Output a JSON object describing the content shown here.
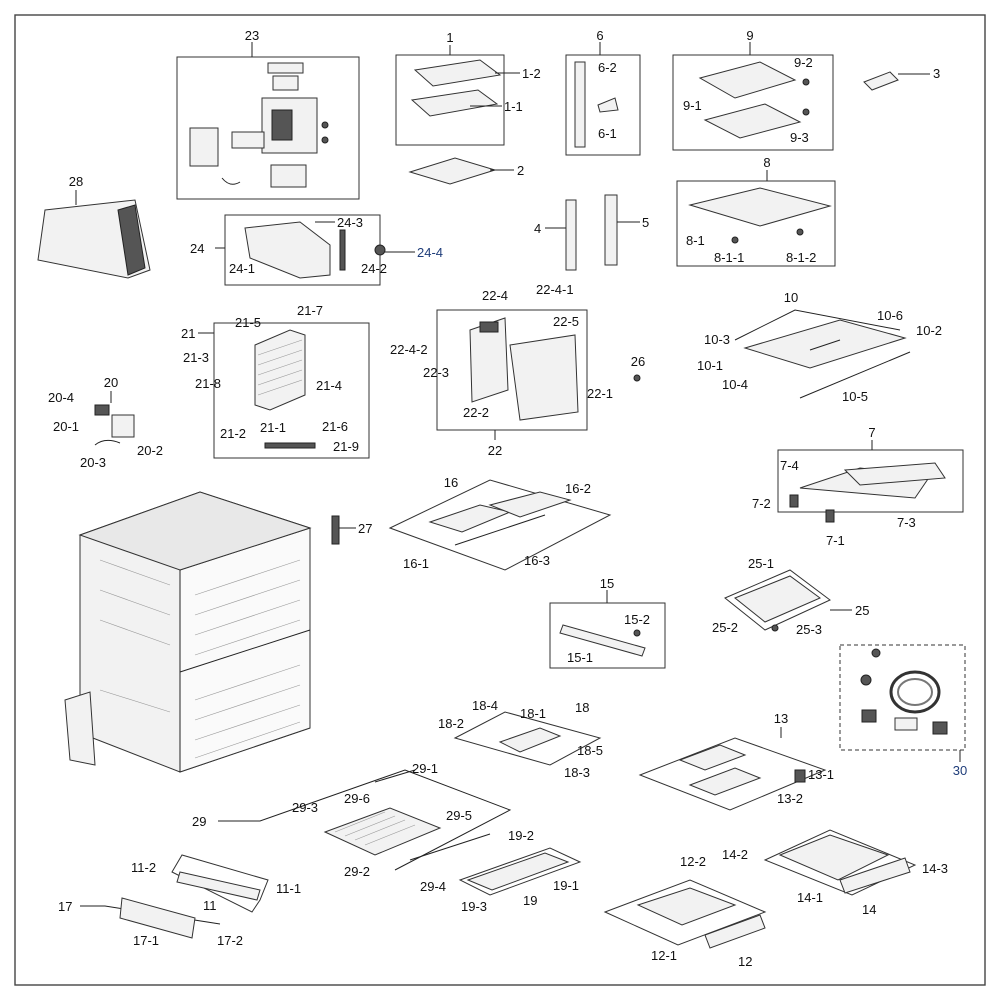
{
  "labels": {
    "l1": "1",
    "l1_1": "1-1",
    "l1_2": "1-2",
    "l2": "2",
    "l3": "3",
    "l4": "4",
    "l5": "5",
    "l6": "6",
    "l6_1": "6-1",
    "l6_2": "6-2",
    "l7": "7",
    "l7_1": "7-1",
    "l7_2": "7-2",
    "l7_3": "7-3",
    "l7_4": "7-4",
    "l8": "8",
    "l8_1": "8-1",
    "l8_1_1": "8-1-1",
    "l8_1_2": "8-1-2",
    "l9": "9",
    "l9_1": "9-1",
    "l9_2": "9-2",
    "l9_3": "9-3",
    "l10": "10",
    "l10_1": "10-1",
    "l10_2": "10-2",
    "l10_3": "10-3",
    "l10_4": "10-4",
    "l10_5": "10-5",
    "l10_6": "10-6",
    "l11": "11",
    "l11_1": "11-1",
    "l11_2": "11-2",
    "l12": "12",
    "l12_1": "12-1",
    "l12_2": "12-2",
    "l13": "13",
    "l13_1": "13-1",
    "l13_2": "13-2",
    "l14": "14",
    "l14_1": "14-1",
    "l14_2": "14-2",
    "l14_3": "14-3",
    "l15": "15",
    "l15_1": "15-1",
    "l15_2": "15-2",
    "l16": "16",
    "l16_1": "16-1",
    "l16_2": "16-2",
    "l16_3": "16-3",
    "l17": "17",
    "l17_1": "17-1",
    "l17_2": "17-2",
    "l18": "18",
    "l18_1": "18-1",
    "l18_2": "18-2",
    "l18_3": "18-3",
    "l18_4": "18-4",
    "l18_5": "18-5",
    "l19": "19",
    "l19_1": "19-1",
    "l19_2": "19-2",
    "l19_3": "19-3",
    "l20": "20",
    "l20_1": "20-1",
    "l20_2": "20-2",
    "l20_3": "20-3",
    "l20_4": "20-4",
    "l21": "21",
    "l21_1": "21-1",
    "l21_2": "21-2",
    "l21_3": "21-3",
    "l21_4": "21-4",
    "l21_5": "21-5",
    "l21_6": "21-6",
    "l21_7": "21-7",
    "l21_8": "21-8",
    "l21_9": "21-9",
    "l22": "22",
    "l22_1": "22-1",
    "l22_2": "22-2",
    "l22_3": "22-3",
    "l22_4": "22-4",
    "l22_4_1": "22-4-1",
    "l22_4_2": "22-4-2",
    "l22_5": "22-5",
    "l23": "23",
    "l24": "24",
    "l24_1": "24-1",
    "l24_2": "24-2",
    "l24_3": "24-3",
    "l24_4": "24-4",
    "l25": "25",
    "l25_1": "25-1",
    "l25_2": "25-2",
    "l25_3": "25-3",
    "l26": "26",
    "l27": "27",
    "l28": "28",
    "l29": "29",
    "l29_1": "29-1",
    "l29_2": "29-2",
    "l29_3": "29-3",
    "l29_4": "29-4",
    "l29_5": "29-5",
    "l29_6": "29-6",
    "l30": "30"
  }
}
